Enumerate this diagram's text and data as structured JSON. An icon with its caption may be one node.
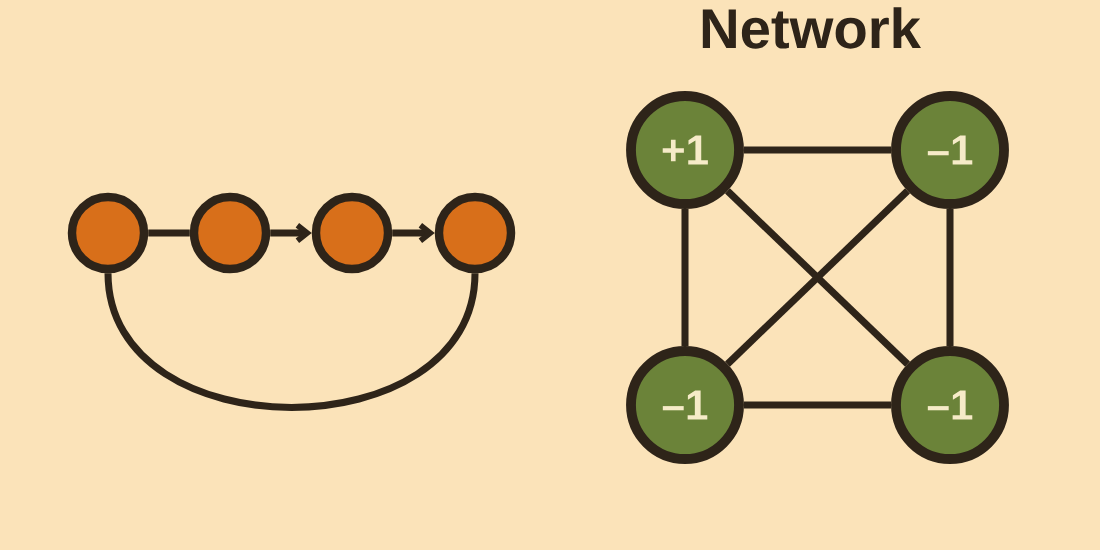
{
  "diagram": {
    "title": "Network",
    "nodes": [
      {
        "text": [],
        "shape": "circle"
      },
      {
        "text": [],
        "shape": "circle"
      },
      {
        "text": [],
        "shape": "circle"
      },
      {
        "text": [],
        "shape": "circle"
      },
      {
        "text": [
          "+1"
        ]
      },
      {
        "text": [
          "–1"
        ]
      },
      {
        "text": [
          "–1"
        ]
      },
      {
        "text": [
          "–1"
        ]
      }
    ],
    "edges": [
      {
        "from": 0,
        "to": 1,
        "arrow": "none"
      },
      {
        "from": 1,
        "to": 2,
        "arrow": "to"
      },
      {
        "from": 2,
        "to": 3,
        "arrow": "to"
      },
      {
        "from": 0,
        "to": 3,
        "arrow": "none"
      },
      {
        "from": 4,
        "to": 5,
        "arrow": "none"
      },
      {
        "from": 4,
        "to": 6,
        "arrow": "none"
      },
      {
        "from": 4,
        "to": 7,
        "arrow": "none"
      },
      {
        "from": 5,
        "to": 6,
        "arrow": "none"
      },
      {
        "from": 5,
        "to": 7,
        "arrow": "none"
      },
      {
        "from": 6,
        "to": 7,
        "arrow": "none"
      }
    ]
  }
}
